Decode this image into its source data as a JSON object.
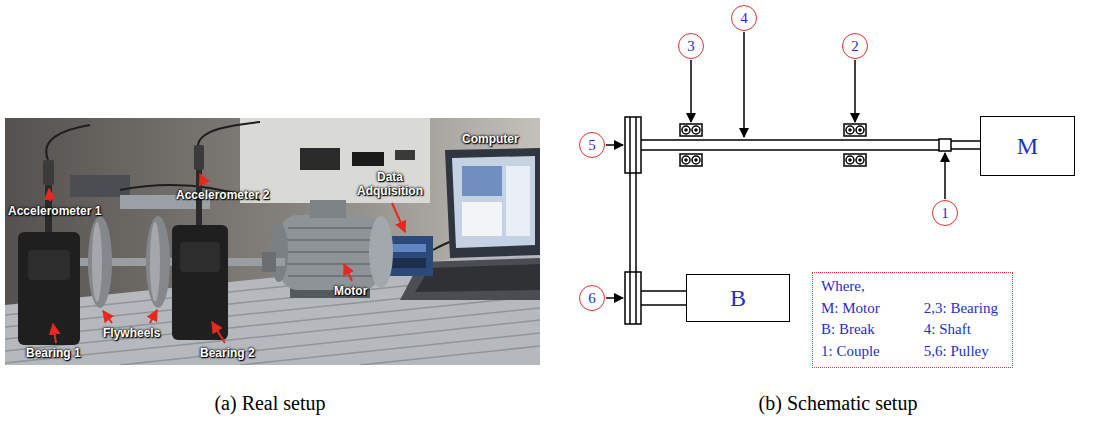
{
  "diagram": {
    "nodes": [
      {
        "text": [
          "4"
        ]
      },
      {
        "text": [
          "3"
        ]
      },
      {
        "text": [
          "2"
        ]
      },
      {
        "text": [
          "5"
        ]
      },
      {
        "text": [
          "M"
        ]
      },
      {
        "text": [
          "1"
        ]
      },
      {
        "text": [
          "6"
        ]
      },
      {
        "text": [
          "B"
        ]
      },
      {
        "text": [
          "Where,",
          "M: Motor",
          "2,3: Bearing",
          "B: Break",
          "4: Shaft",
          "1: Couple",
          "5,6: Pulley"
        ]
      }
    ],
    "labels": [
      "Accelerometer 1",
      "Accelerometer 2",
      "Data Adquisition",
      "Computer",
      "Motor",
      "Bearing 1",
      "Flywheels",
      "Bearing 2",
      "(a) Real setup",
      "(b) Schematic setup"
    ]
  }
}
